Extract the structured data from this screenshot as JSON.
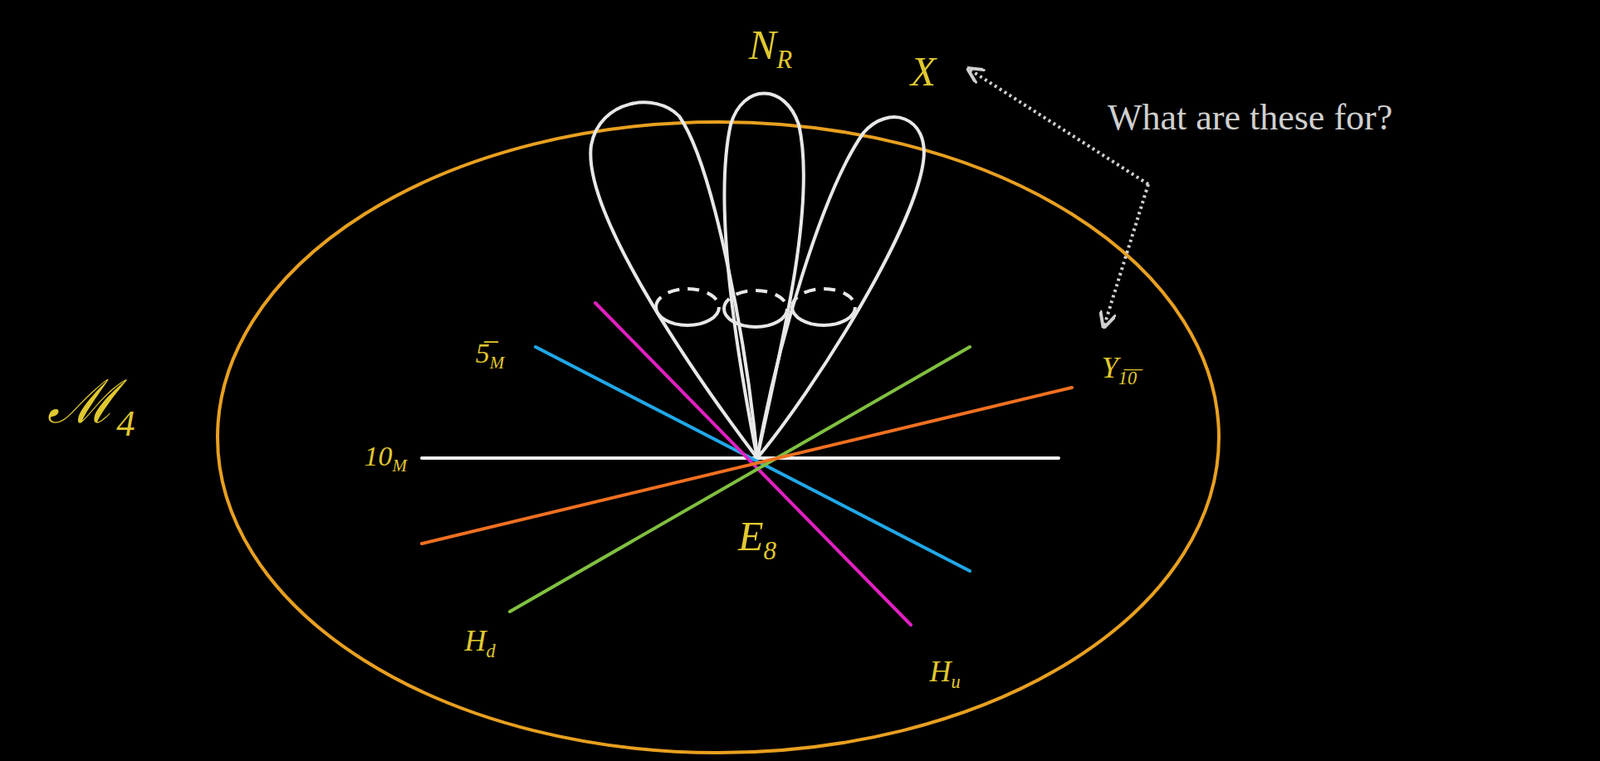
{
  "diagram": {
    "labels": [
      "ℳ4",
      "NR",
      "X",
      "What are these for?",
      "5̅M",
      "10M",
      "Y1̅0̅",
      "E8",
      "Hd",
      "Hu"
    ]
  }
}
